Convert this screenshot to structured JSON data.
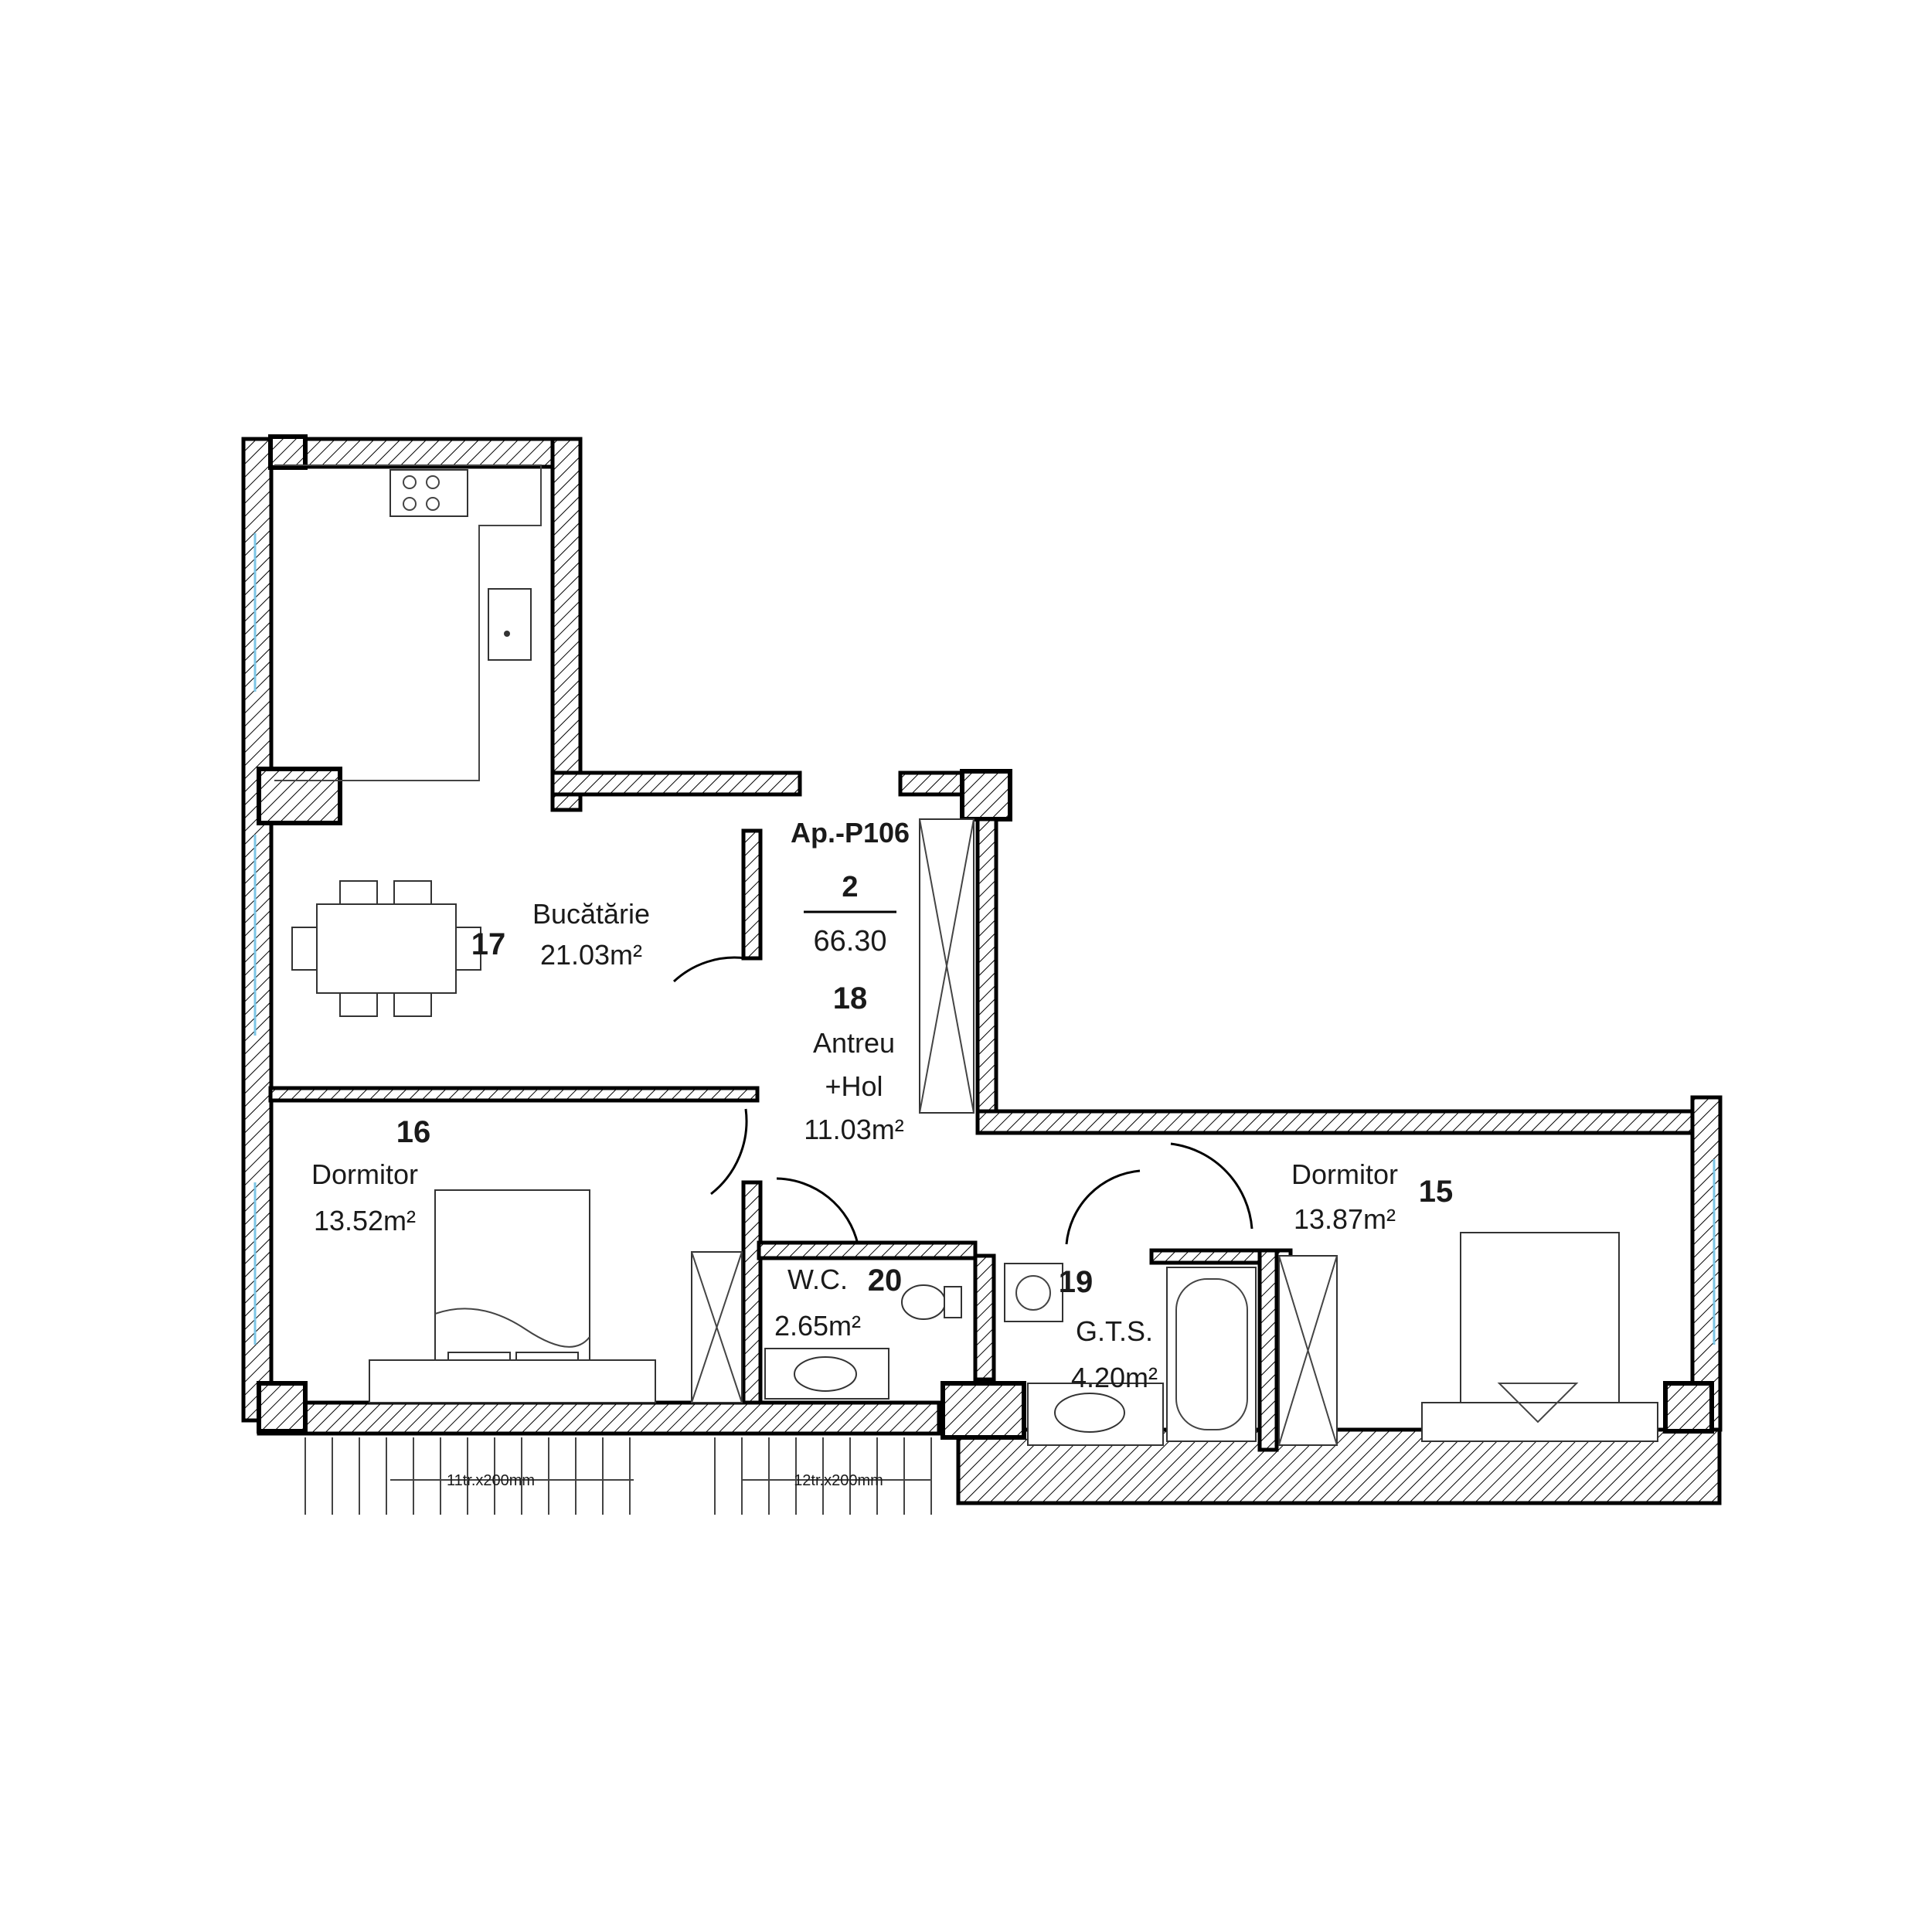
{
  "apartment": {
    "code": "Ap.-P106",
    "rooms_count": "2",
    "total_area": "66.30"
  },
  "rooms": [
    {
      "number": "17",
      "name": "Bucătărie",
      "area": "21.03m²"
    },
    {
      "number": "18",
      "name": "Antreu",
      "name2": "+Hol",
      "area": "11.03m²"
    },
    {
      "number": "16",
      "name": "Dormitor",
      "area": "13.52m²"
    },
    {
      "number": "15",
      "name": "Dormitor",
      "area": "13.87m²"
    },
    {
      "number": "20",
      "name": "W.C.",
      "area": "2.65m²"
    },
    {
      "number": "19",
      "name": "G.T.S.",
      "area": "4.20m²"
    }
  ],
  "stairs": [
    {
      "label": "11tr.x200mm"
    },
    {
      "label": "12tr.x200mm"
    }
  ],
  "colors": {
    "wall": "#000000",
    "glazing": "#7cc6e6",
    "background": "#ffffff"
  }
}
